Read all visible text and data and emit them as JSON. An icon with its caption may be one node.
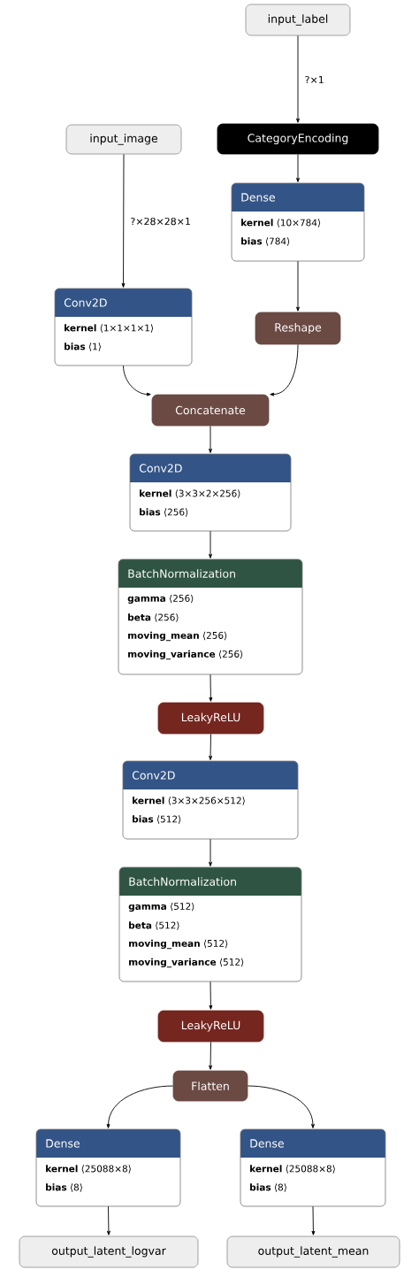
{
  "diagram": {
    "nodes": [
      {
        "text": [
          "input_label"
        ]
      },
      {
        "text": [
          "input_image"
        ]
      },
      {
        "text": [
          "CategoryEncoding"
        ]
      },
      {
        "text": [
          "Dense",
          "**kernel** ⟨10×784⟩",
          "**bias** ⟨784⟩"
        ]
      },
      {
        "text": [
          "Conv2D",
          "**kernel** ⟨1×1×1×1⟩",
          "**bias** ⟨1⟩"
        ]
      },
      {
        "text": [
          "Reshape"
        ]
      },
      {
        "text": [
          "Concatenate"
        ]
      },
      {
        "text": [
          "Conv2D",
          "**kernel** ⟨3×3×2×256⟩",
          "**bias** ⟨256⟩"
        ]
      },
      {
        "text": [
          "BatchNormalization",
          "**gamma** ⟨256⟩",
          "**beta** ⟨256⟩",
          "**moving_mean** ⟨256⟩",
          "**moving_variance** ⟨256⟩"
        ]
      },
      {
        "text": [
          "LeakyReLU"
        ]
      },
      {
        "text": [
          "Conv2D",
          "**kernel** ⟨3×3×256×512⟩",
          "**bias** ⟨512⟩"
        ]
      },
      {
        "text": [
          "BatchNormalization",
          "**gamma** ⟨512⟩",
          "**beta** ⟨512⟩",
          "**moving_mean** ⟨512⟩",
          "**moving_variance** ⟨512⟩"
        ]
      },
      {
        "text": [
          "LeakyReLU"
        ]
      },
      {
        "text": [
          "Flatten"
        ]
      },
      {
        "text": [
          "Dense",
          "**kernel** ⟨25088×8⟩",
          "**bias** ⟨8⟩"
        ]
      },
      {
        "text": [
          "Dense",
          "**kernel** ⟨25088×8⟩",
          "**bias** ⟨8⟩"
        ]
      },
      {
        "text": [
          "output_latent_logvar"
        ]
      },
      {
        "text": [
          "output_latent_mean"
        ]
      }
    ],
    "edges": [
      {
        "from": 0,
        "to": 2,
        "arrow": "to",
        "label": "?×1"
      },
      {
        "from": 1,
        "to": 4,
        "arrow": "to",
        "label": "?×28×28×1"
      },
      {
        "from": 2,
        "to": 3,
        "arrow": "to"
      },
      {
        "from": 3,
        "to": 5,
        "arrow": "to"
      },
      {
        "from": 4,
        "to": 6,
        "arrow": "to"
      },
      {
        "from": 5,
        "to": 6,
        "arrow": "to"
      },
      {
        "from": 6,
        "to": 7,
        "arrow": "to"
      },
      {
        "from": 7,
        "to": 8,
        "arrow": "to"
      },
      {
        "from": 8,
        "to": 9,
        "arrow": "to"
      },
      {
        "from": 9,
        "to": 10,
        "arrow": "to"
      },
      {
        "from": 10,
        "to": 11,
        "arrow": "to"
      },
      {
        "from": 11,
        "to": 12,
        "arrow": "to"
      },
      {
        "from": 12,
        "to": 13,
        "arrow": "to"
      },
      {
        "from": 13,
        "to": 14,
        "arrow": "to"
      },
      {
        "from": 13,
        "to": 15,
        "arrow": "to"
      },
      {
        "from": 14,
        "to": 16,
        "arrow": "to"
      },
      {
        "from": 15,
        "to": 17,
        "arrow": "to"
      }
    ]
  }
}
